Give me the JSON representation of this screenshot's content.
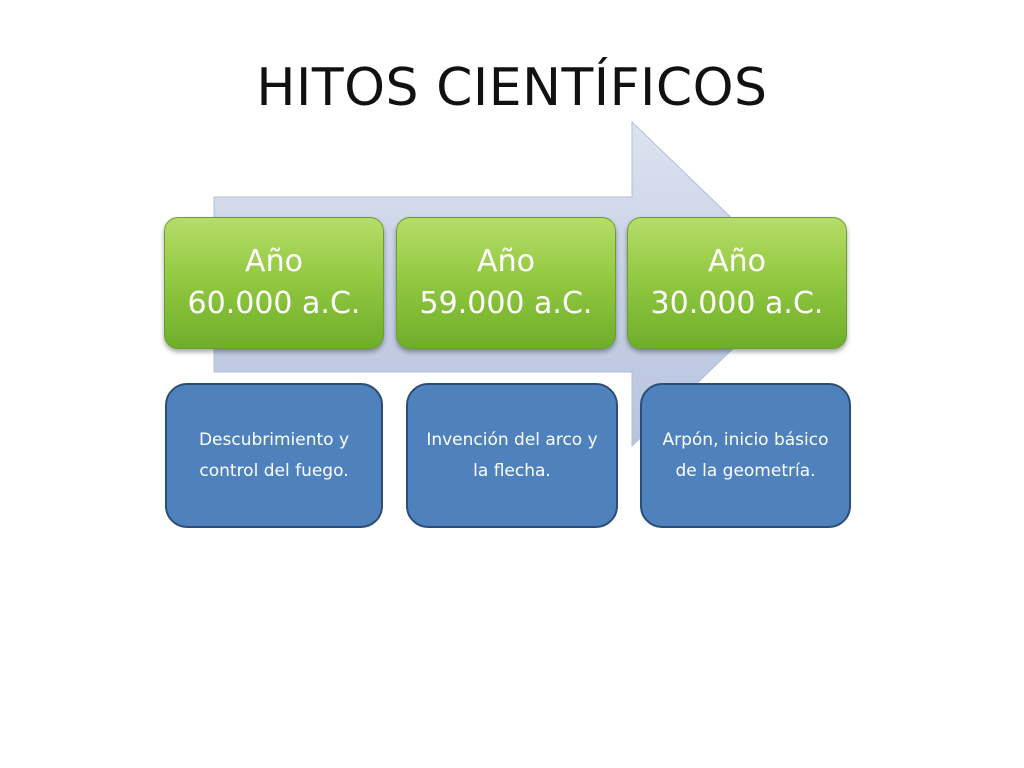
{
  "slide": {
    "title": "HITOS CIENTÍFICOS"
  },
  "timeline": [
    {
      "year_label": "Año",
      "year_value": "60.000 a.C.",
      "description": "Descubrimiento y control del fuego."
    },
    {
      "year_label": "Año",
      "year_value": "59.000 a.C.",
      "description": "Invención del arco y la flecha."
    },
    {
      "year_label": "Año",
      "year_value": "30.000 a.C.",
      "description": "Arpón, inicio básico de la geometría."
    }
  ],
  "colors": {
    "year_box_green": "#94c942",
    "description_blue": "#4f81bd",
    "arrow_fill": "#c9d3e8"
  }
}
